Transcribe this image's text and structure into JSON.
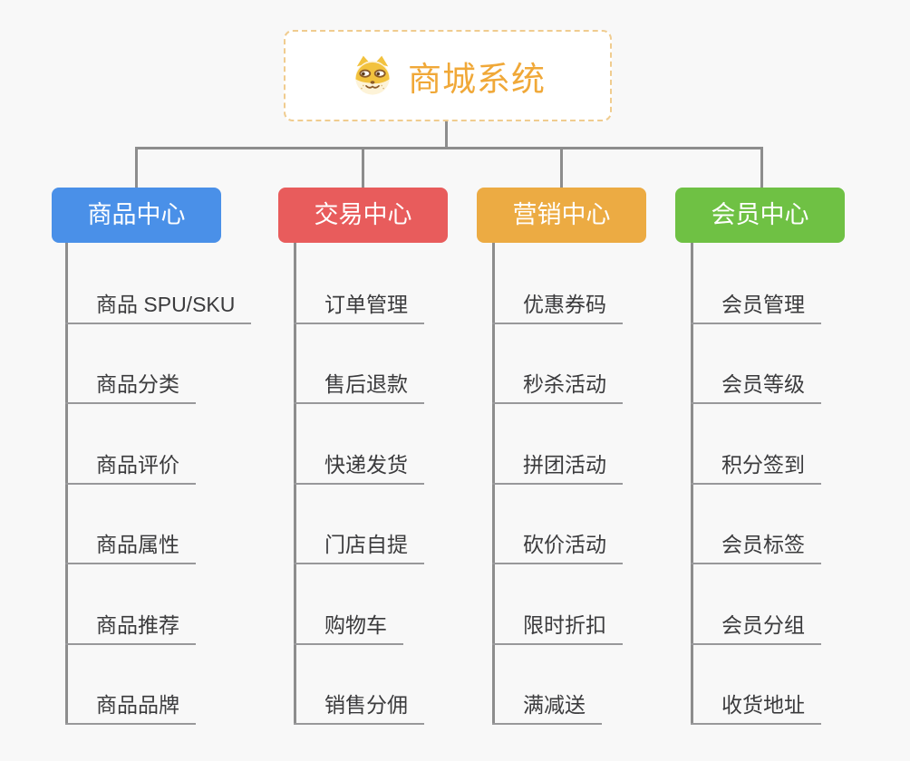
{
  "root": {
    "title": "商城系统",
    "icon": "doge-icon"
  },
  "branches": [
    {
      "label": "商品中心",
      "color": "#4a90e8",
      "items": [
        "商品 SPU/SKU",
        "商品分类",
        "商品评价",
        "商品属性",
        "商品推荐",
        "商品品牌"
      ]
    },
    {
      "label": "交易中心",
      "color": "#e85c5c",
      "items": [
        "订单管理",
        "售后退款",
        "快递发货",
        "门店自提",
        "购物车",
        "销售分佣"
      ]
    },
    {
      "label": "营销中心",
      "color": "#ecab43",
      "items": [
        "优惠券码",
        "秒杀活动",
        "拼团活动",
        "砍价活动",
        "限时折扣",
        "满减送"
      ]
    },
    {
      "label": "会员中心",
      "color": "#6fc144",
      "items": [
        "会员管理",
        "会员等级",
        "积分签到",
        "会员标签",
        "会员分组",
        "收货地址"
      ]
    }
  ],
  "colors": {
    "background": "#f8f8f8",
    "connector": "#8d8d8d",
    "leaf_underline": "#98989a",
    "leaf_text": "#3b3b3d",
    "root_border": "#f0cc8f",
    "root_text": "#f0a838"
  }
}
